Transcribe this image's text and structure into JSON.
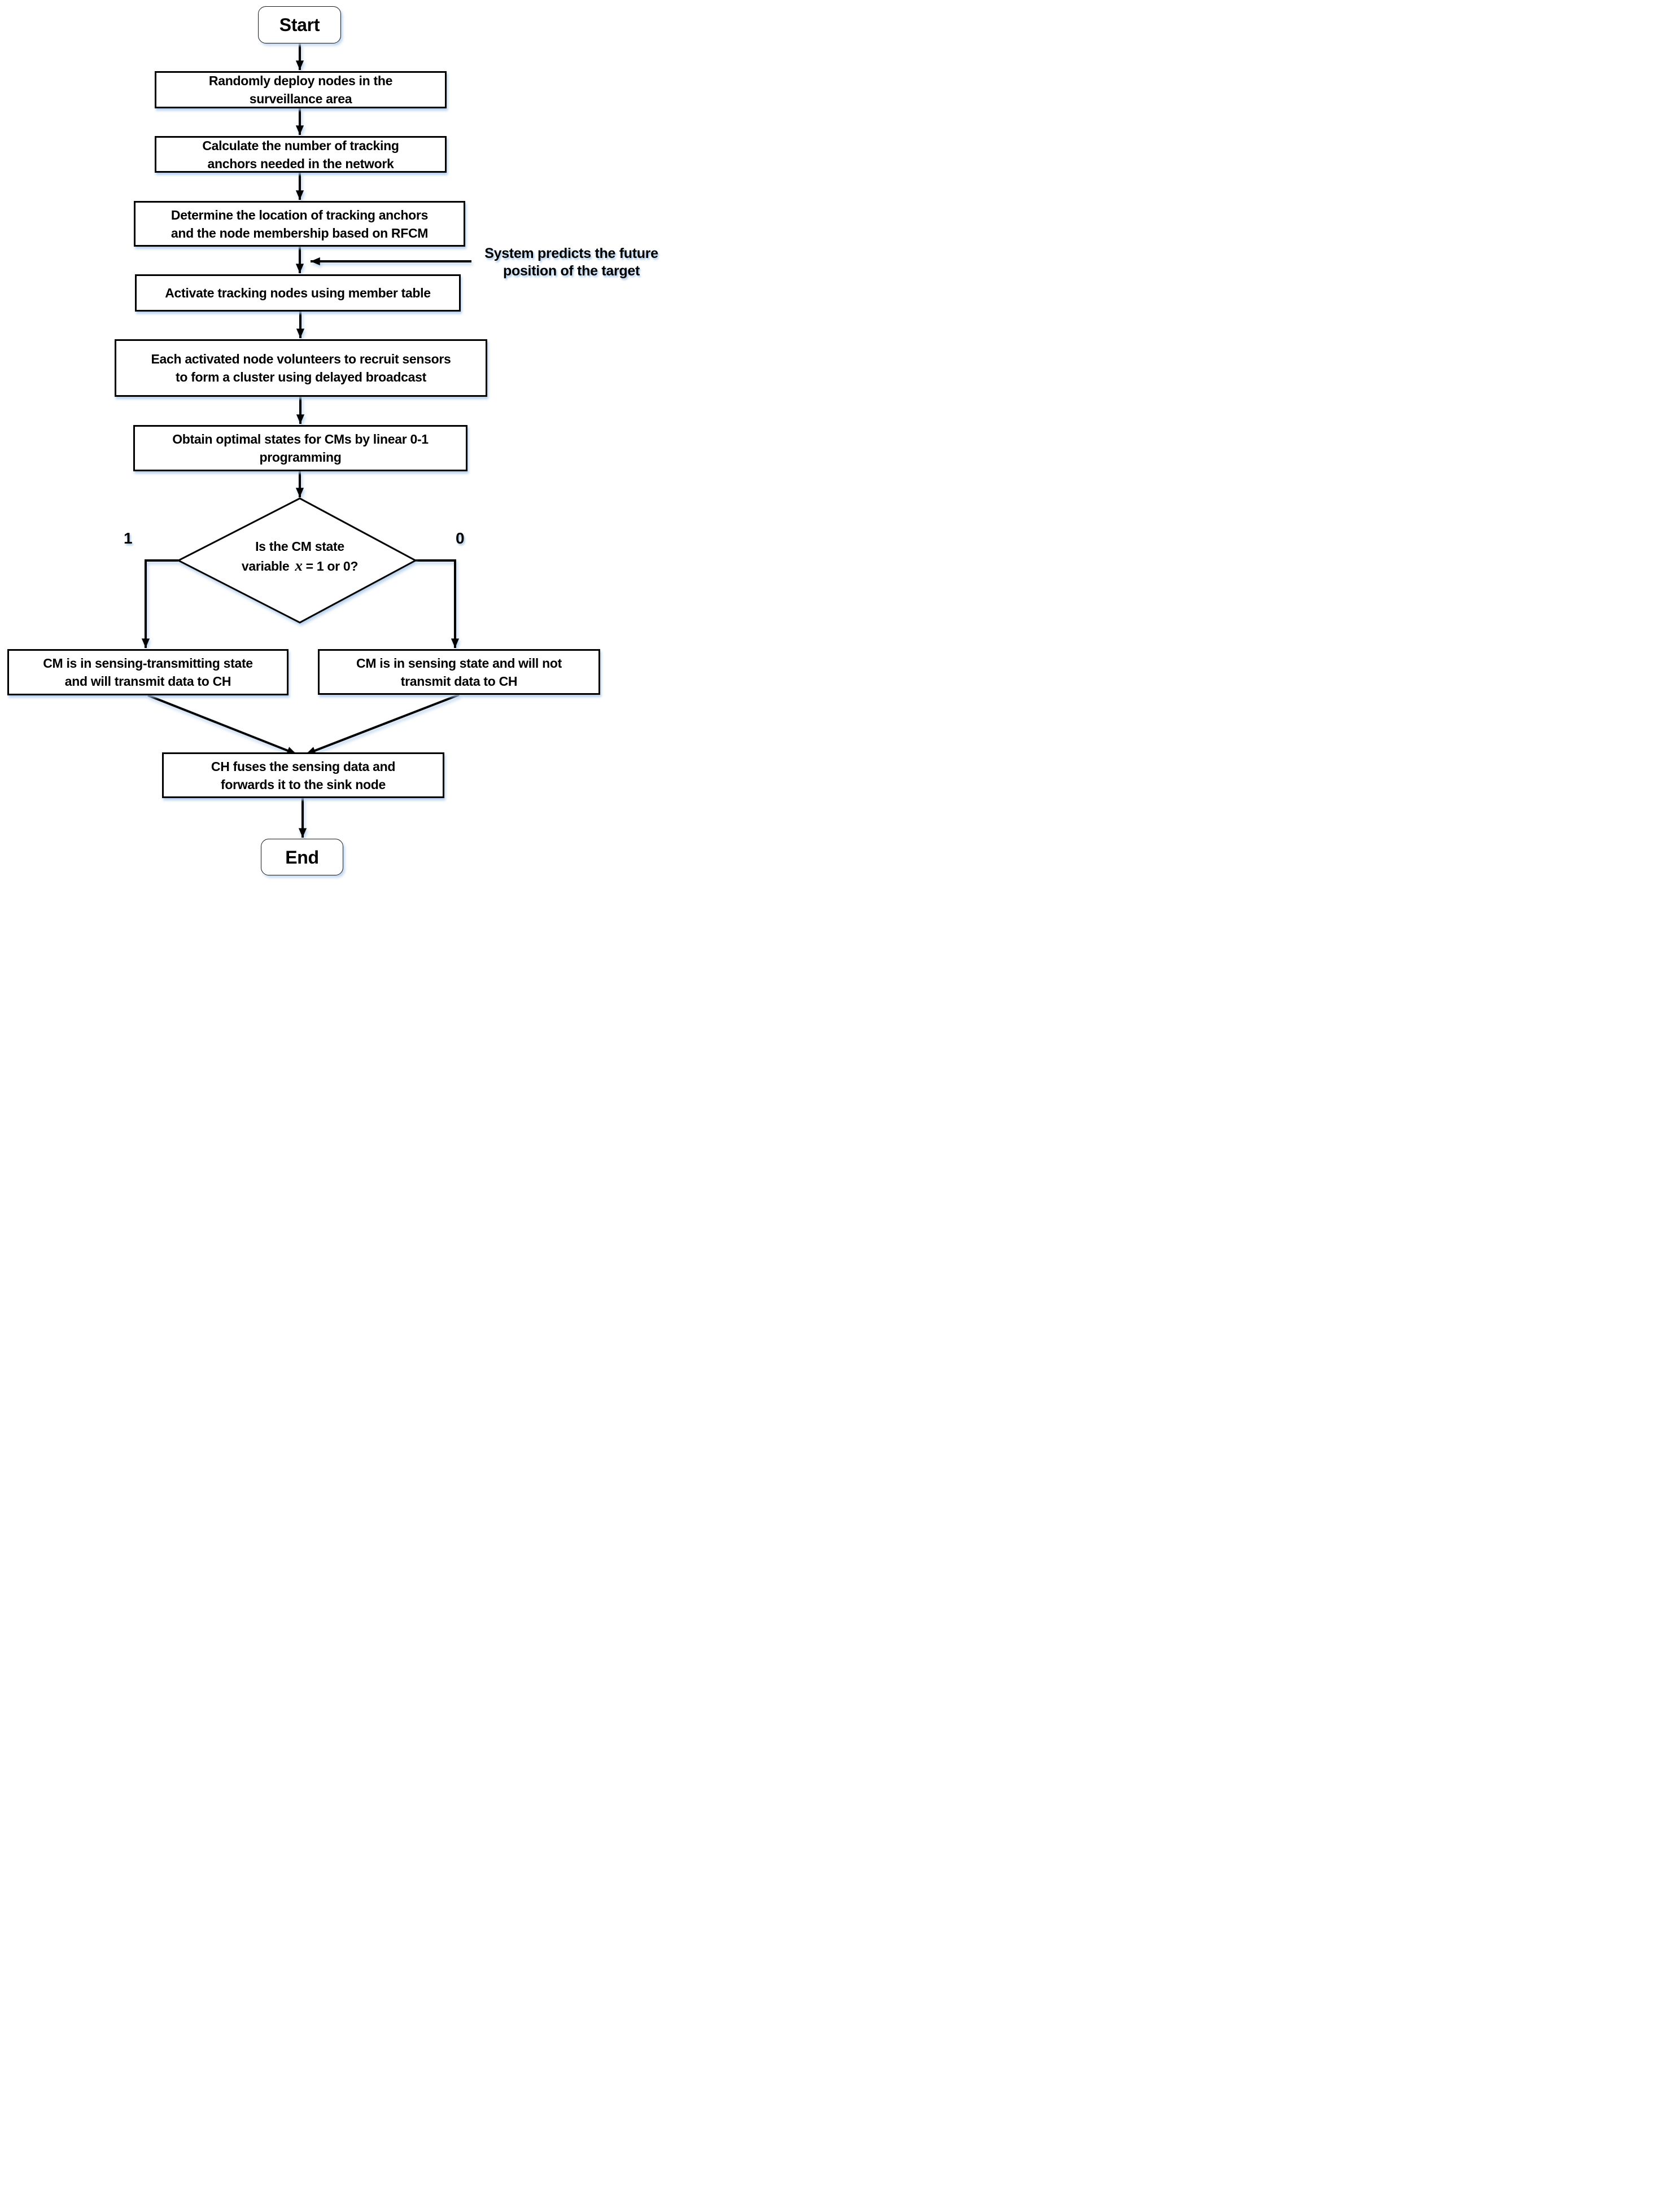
{
  "flowchart": {
    "start": {
      "label": "Start"
    },
    "steps": {
      "deploy": {
        "lines": [
          "Randomly deploy nodes in the",
          "surveillance area"
        ]
      },
      "calculate": {
        "lines": [
          "Calculate the number of tracking",
          "anchors needed in the network"
        ]
      },
      "determine": {
        "lines": [
          "Determine the location of tracking anchors",
          "and the node membership based on RFCM"
        ]
      },
      "activate": {
        "lines": [
          "Activate tracking nodes using member table"
        ]
      },
      "recruit": {
        "lines": [
          "Each activated node volunteers to recruit sensors",
          "to form a cluster using delayed broadcast"
        ]
      },
      "optimal": {
        "lines": [
          "Obtain optimal states for CMs by linear 0-1",
          "programming"
        ]
      }
    },
    "decision": {
      "line1": "Is the CM state",
      "line2_prefix": "variable",
      "variable": "x",
      "line2_suffix": "= 1 or 0?"
    },
    "branches": {
      "left_label": "1",
      "right_label": "0"
    },
    "outcomes": {
      "transmit": {
        "lines": [
          "CM is in sensing-transmitting state",
          "and will transmit data to CH"
        ]
      },
      "no_transmit": {
        "lines": [
          "CM is in sensing state and will not",
          "transmit data to CH"
        ]
      }
    },
    "fuse": {
      "lines": [
        "CH fuses the sensing data and",
        "forwards it to the sink node"
      ]
    },
    "end": {
      "label": "End"
    },
    "annotation": {
      "lines": [
        "System predicts the future",
        "position of the target"
      ]
    }
  },
  "colors": {
    "stroke": "#000000",
    "node_fill": "#ffffff",
    "shadow": "#a8c6e8"
  }
}
